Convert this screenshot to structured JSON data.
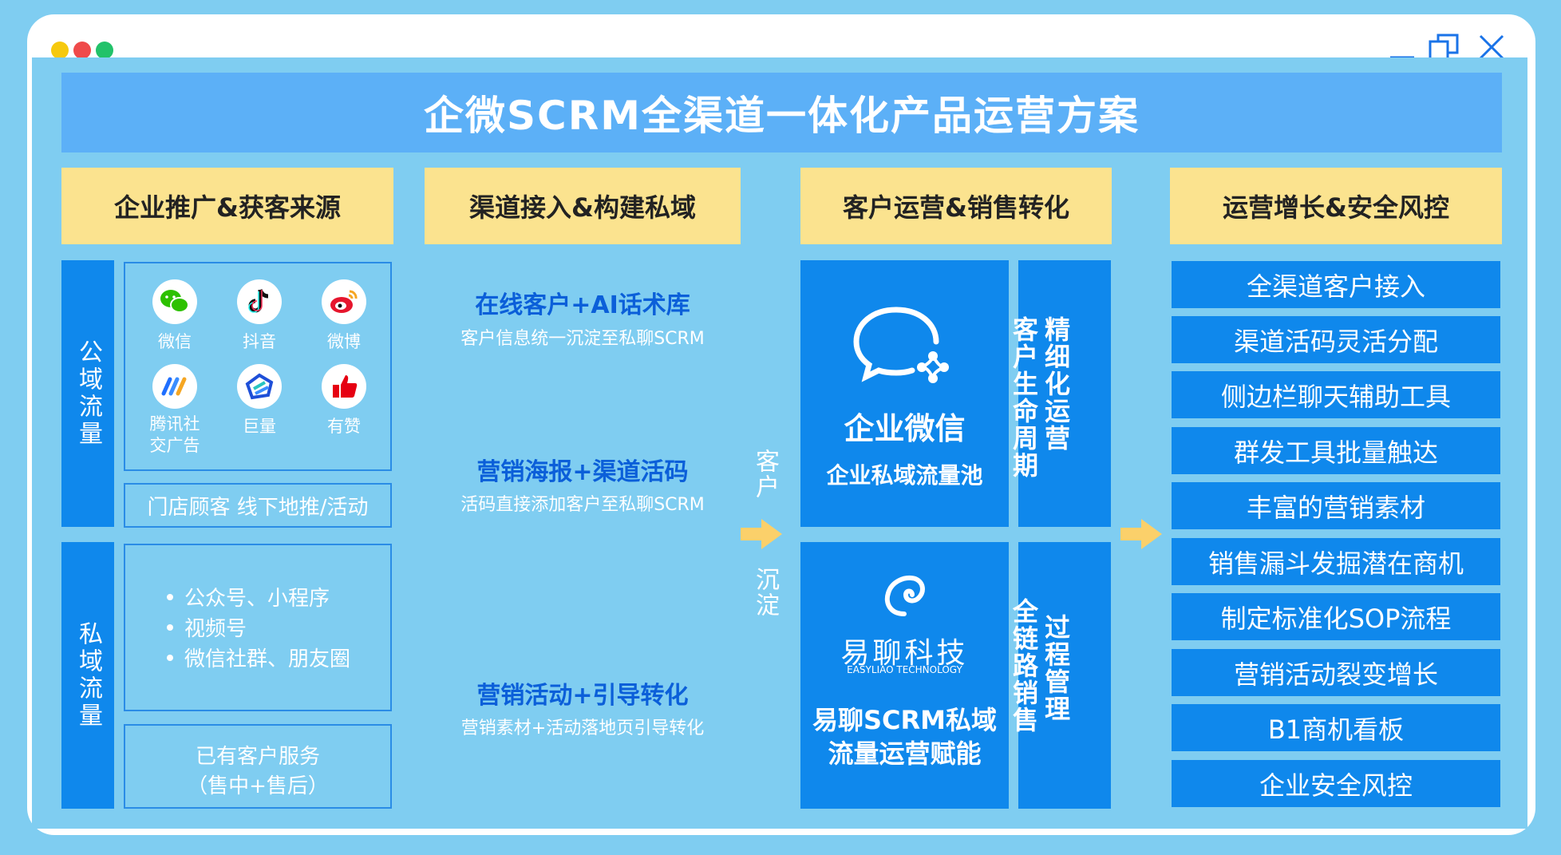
{
  "title": "企微SCRM全渠道一体化产品运营方案",
  "headers": [
    "企业推广&获客来源",
    "渠道接入&构建私域",
    "客户运营&销售转化",
    "运营增长&安全风控"
  ],
  "public_domain": {
    "label": "公域流量",
    "icons": [
      {
        "name": "微信",
        "icon": "wechat-icon"
      },
      {
        "name": "抖音",
        "icon": "douyin-icon"
      },
      {
        "name": "微博",
        "icon": "weibo-icon"
      },
      {
        "name": "腾讯社交广告",
        "icon": "tencent-ads-icon"
      },
      {
        "name": "巨量",
        "icon": "juliang-icon"
      },
      {
        "name": "有赞",
        "icon": "youzan-icon"
      }
    ],
    "offline": "门店顾客 线下地推/活动"
  },
  "private_domain": {
    "label": "私域流量",
    "items": [
      "公众号、小程序",
      "视频号",
      "微信社群、朋友圈"
    ],
    "service_line1": "已有客户服务",
    "service_line2": "（售中+售后）"
  },
  "channels": [
    {
      "title": "在线客户+AI话术库",
      "sub": "客户信息统一沉淀至私聊SCRM"
    },
    {
      "title": "营销海报+渠道活码",
      "sub": "活码直接添加客户至私聊SCRM"
    },
    {
      "title": "营销活动+引导转化",
      "sub": "营销素材+活动落地页引导转化"
    }
  ],
  "flow_label_top": "客户",
  "flow_label_bottom": "沉淀",
  "wecom": {
    "name": "企业微信",
    "desc": "企业私域流量池"
  },
  "easyliao": {
    "logo_cn": "易聊科技",
    "logo_en": "EASYLIAO TECHNOLOGY",
    "desc_line1": "易聊SCRM私域",
    "desc_line2": "流量运营赋能"
  },
  "lifecycle": {
    "left": "客户生命周期",
    "right": "精细化运营"
  },
  "fullchain": {
    "left": "全链路销售",
    "right": "过程管理"
  },
  "growth_items": [
    "全渠道客户接入",
    "渠道活码灵活分配",
    "侧边栏聊天辅助工具",
    "群发工具批量触达",
    "丰富的营销素材",
    "销售漏斗发掘潜在商机",
    "制定标准化SOP流程",
    "营销活动裂变增长",
    "B1商机看板",
    "企业安全风控"
  ],
  "colors": {
    "accent": "#0f88ec",
    "header_yellow": "#fbe38f",
    "title_blue": "#5cb0f7",
    "arrow": "#fbd06a"
  }
}
